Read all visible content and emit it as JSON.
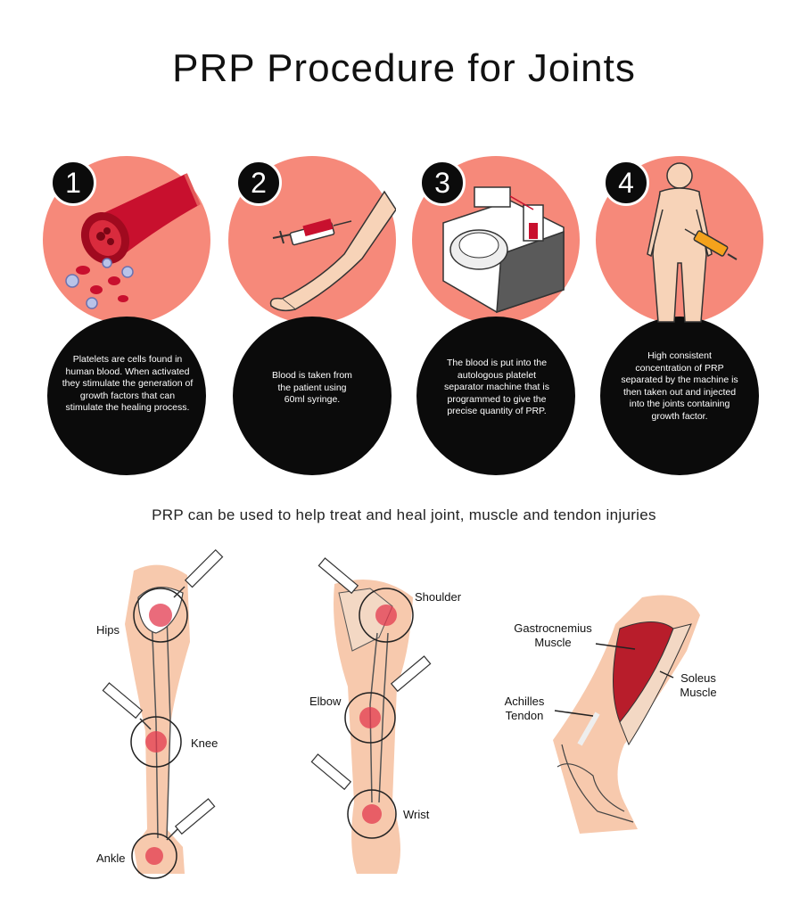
{
  "title": "PRP Procedure for Joints",
  "subtitle": "PRP can be used to help treat and heal joint, muscle and tendon injuries",
  "steps": [
    {
      "number": "1",
      "text": "Platelets are cells found in human blood. When activated they stimulate the generation of growth factors that can stimulate the healing process."
    },
    {
      "number": "2",
      "text": "Blood is taken from the patient using 60ml syringe."
    },
    {
      "number": "3",
      "text": "The blood is put into the autologous platelet separator machine that is programmed to give the precise quantity of PRP."
    },
    {
      "number": "4",
      "text": "High consistent concentration of PRP separated by the machine is then taken out and injected into the joints containing growth factor."
    }
  ],
  "joint_labels": {
    "hips": "Hips",
    "knee": "Knee",
    "ankle": "Ankle",
    "shoulder": "Shoulder",
    "elbow": "Elbow",
    "wrist": "Wrist",
    "gastrocnemius": "Gastrocnemius Muscle",
    "soleus": "Soleus Muscle",
    "achilles": "Achilles Tendon"
  },
  "colors": {
    "salmon": "#f6897a",
    "black": "#0b0b0b",
    "skin": "#f7c9ad",
    "blood_red": "#c8102e",
    "syringe_orange": "#f4a21c"
  },
  "icons": [
    "artery-icon",
    "arm-syringe-icon",
    "separator-machine-icon",
    "body-injection-icon"
  ]
}
